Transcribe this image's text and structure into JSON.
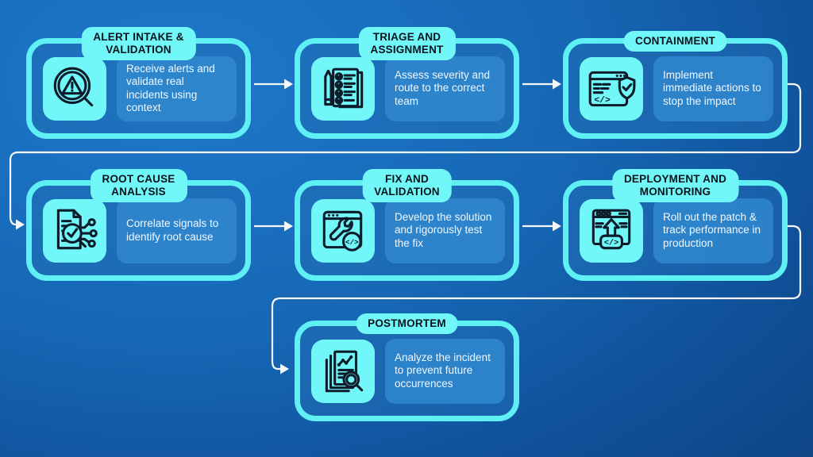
{
  "colors": {
    "background_light": "#1e78cb",
    "background_dark": "#0b3a70",
    "box_border_cyan": "#5ff0f4",
    "tile_and_pill_cyan": "#72f7f8",
    "box_fill_blue": "rgba(33,109,180,0.55)",
    "description_panel_blue": "#3088ce",
    "title_text": "#07131d",
    "body_text": "#f0f8ff",
    "icon_stroke": "#0d1c2b",
    "connector_white": "#f5f8fb"
  },
  "steps": [
    {
      "name": "alert-intake-validation",
      "title_line1": "ALERT INTAKE &",
      "title_line2": "VALIDATION",
      "description": "Receive alerts and validate real incidents using context",
      "icon": "alert-warning-magnifier-icon"
    },
    {
      "name": "triage-assignment",
      "title_line1": "TRIAGE AND",
      "title_line2": "ASSIGNMENT",
      "description": "Assess severity and route to the correct team",
      "icon": "checklist-pencil-icon"
    },
    {
      "name": "containment",
      "title_line1": "CONTAINMENT",
      "title_line2": "",
      "description": "Implement immediate actions to stop the impact",
      "icon": "browser-shield-icon"
    },
    {
      "name": "root-cause-analysis",
      "title_line1": "ROOT CAUSE",
      "title_line2": "ANALYSIS",
      "description": "Correlate signals to identify root cause",
      "icon": "document-magnifier-network-icon"
    },
    {
      "name": "fix-validation",
      "title_line1": "FIX AND",
      "title_line2": "VALIDATION",
      "description": "Develop the solution and rigorously test the fix",
      "icon": "browser-wrench-code-icon"
    },
    {
      "name": "deployment-monitoring",
      "title_line1": "DEPLOYMENT AND",
      "title_line2": "MONITORING",
      "description": "Roll out the patch & track performance in production",
      "icon": "browser-deploy-code-icon"
    },
    {
      "name": "postmortem",
      "title_line1": "POSTMORTEM",
      "title_line2": "",
      "description": "Analyze the incident to prevent future occurrences",
      "icon": "report-chart-magnifier-icon"
    }
  ],
  "flow": [
    "alert-intake-validation",
    "triage-assignment",
    "containment",
    "root-cause-analysis",
    "fix-validation",
    "deployment-monitoring",
    "postmortem"
  ]
}
